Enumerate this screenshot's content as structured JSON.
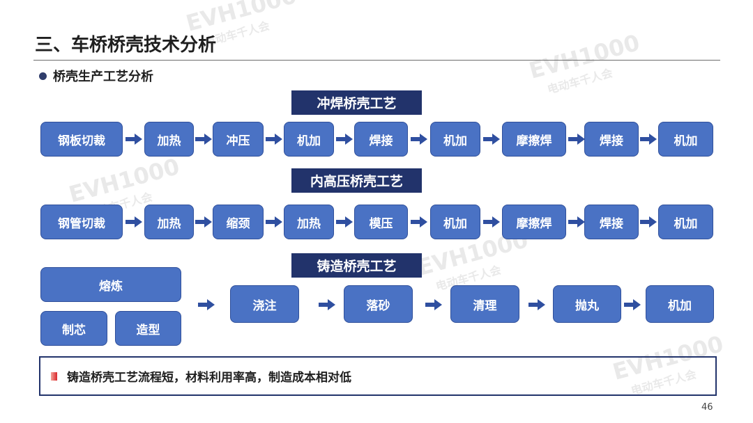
{
  "title": "三、车桥桥壳技术分析",
  "subtitle": "桥壳生产工艺分析",
  "processes": {
    "stamping": {
      "header": "冲焊桥壳工艺",
      "steps": [
        "钢板切裁",
        "加热",
        "冲压",
        "机加",
        "焊接",
        "机加",
        "摩擦焊",
        "焊接",
        "机加"
      ]
    },
    "hydroforming": {
      "header": "内高压桥壳工艺",
      "steps": [
        "钢管切裁",
        "加热",
        "缩颈",
        "加热",
        "模压",
        "机加",
        "摩擦焊",
        "焊接",
        "机加"
      ]
    },
    "casting": {
      "header": "铸造桥壳工艺",
      "prep": [
        "熔炼",
        "制芯",
        "造型"
      ],
      "steps": [
        "浇注",
        "落砂",
        "清理",
        "抛丸",
        "机加"
      ]
    }
  },
  "note": "铸造桥壳工艺流程短，材料利用率高，制造成本相对低",
  "page_number": "46",
  "watermark": {
    "brand": "EVH1000",
    "tagline": "电动车千人会"
  },
  "colors": {
    "step_fill": "#4a72c4",
    "header_fill": "#22336b",
    "arrow": "#2f4fa0",
    "accent": "#d9272c"
  }
}
